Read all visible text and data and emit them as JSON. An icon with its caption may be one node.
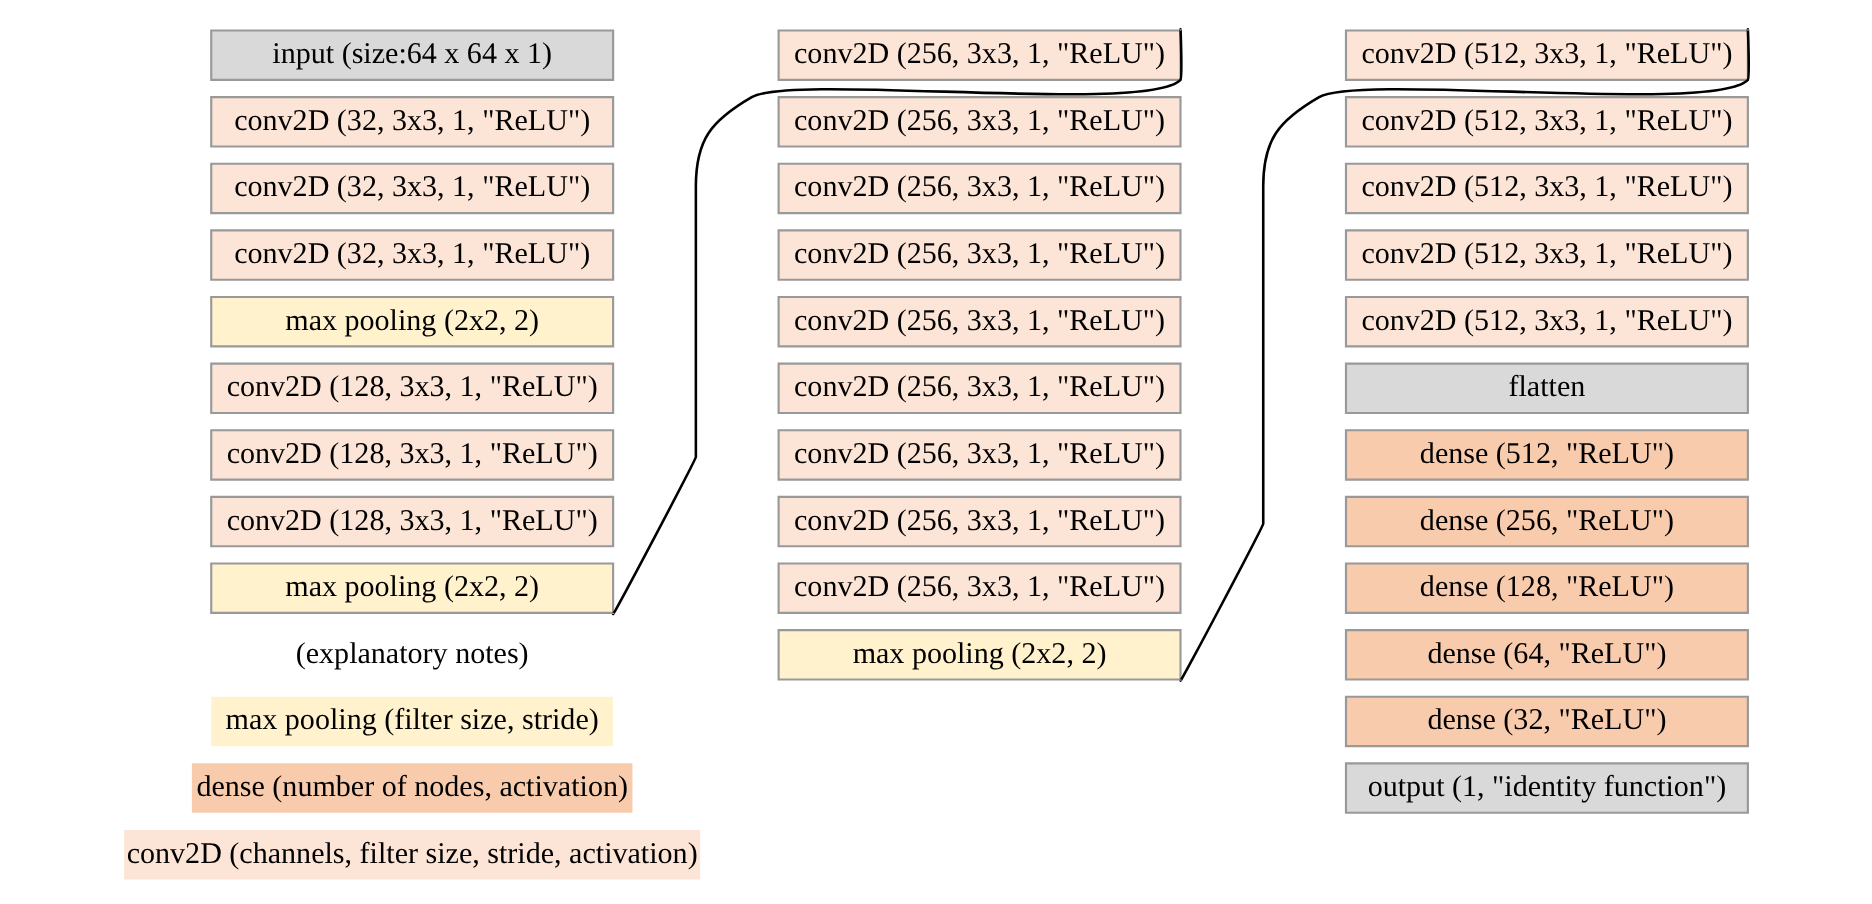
{
  "diagram": {
    "nodes": [
      {
        "text": [
          "input (size:64 x 64 x 1)"
        ]
      },
      {
        "text": [
          "conv2D (32, 3x3, 1, \"ReLU\")"
        ]
      },
      {
        "text": [
          "conv2D (32, 3x3, 1, \"ReLU\")"
        ]
      },
      {
        "text": [
          "conv2D (32, 3x3, 1, \"ReLU\")"
        ]
      },
      {
        "text": [
          "max pooling (2x2, 2)"
        ]
      },
      {
        "text": [
          "conv2D (128, 3x3, 1, \"ReLU\")"
        ]
      },
      {
        "text": [
          "conv2D (128, 3x3, 1, \"ReLU\")"
        ]
      },
      {
        "text": [
          "conv2D (128, 3x3, 1, \"ReLU\")"
        ]
      },
      {
        "text": [
          "max pooling (2x2, 2)"
        ]
      },
      {
        "text": [
          "conv2D (256, 3x3, 1, \"ReLU\")"
        ]
      },
      {
        "text": [
          "conv2D (256, 3x3, 1, \"ReLU\")"
        ]
      },
      {
        "text": [
          "conv2D (256, 3x3, 1, \"ReLU\")"
        ]
      },
      {
        "text": [
          "conv2D (256, 3x3, 1, \"ReLU\")"
        ]
      },
      {
        "text": [
          "conv2D (256, 3x3, 1, \"ReLU\")"
        ]
      },
      {
        "text": [
          "conv2D (256, 3x3, 1, \"ReLU\")"
        ]
      },
      {
        "text": [
          "conv2D (256, 3x3, 1, \"ReLU\")"
        ]
      },
      {
        "text": [
          "conv2D (256, 3x3, 1, \"ReLU\")"
        ]
      },
      {
        "text": [
          "conv2D (256, 3x3, 1, \"ReLU\")"
        ]
      },
      {
        "text": [
          "max pooling (2x2, 2)"
        ]
      },
      {
        "text": [
          "conv2D (512, 3x3, 1, \"ReLU\")"
        ]
      },
      {
        "text": [
          "conv2D (512, 3x3, 1, \"ReLU\")"
        ]
      },
      {
        "text": [
          "conv2D (512, 3x3, 1, \"ReLU\")"
        ]
      },
      {
        "text": [
          "conv2D (512, 3x3, 1, \"ReLU\")"
        ]
      },
      {
        "text": [
          "conv2D (512, 3x3, 1, \"ReLU\")"
        ]
      },
      {
        "text": [
          "flatten"
        ]
      },
      {
        "text": [
          "dense (512, \"ReLU\")"
        ]
      },
      {
        "text": [
          "dense (256, \"ReLU\")"
        ]
      },
      {
        "text": [
          "dense (128, \"ReLU\")"
        ]
      },
      {
        "text": [
          "dense (64, \"ReLU\")"
        ]
      },
      {
        "text": [
          "dense (32, \"ReLU\")"
        ]
      },
      {
        "text": [
          "output (1, \"identity function\")"
        ]
      }
    ],
    "edges": [
      {
        "from": 8,
        "to": 9,
        "arrow": "none"
      },
      {
        "from": 18,
        "to": 19,
        "arrow": "none"
      }
    ],
    "labels": [
      "(explanatory notes)"
    ],
    "legend": [
      {
        "text": "max pooling (filter size, stride)",
        "color": "#fff2cc"
      },
      {
        "text": "dense (number of nodes, activation)",
        "color": "#f8cbad"
      },
      {
        "text": "conv2D (channels, filter size, stride, activation)",
        "color": "#fce4d6"
      }
    ]
  }
}
